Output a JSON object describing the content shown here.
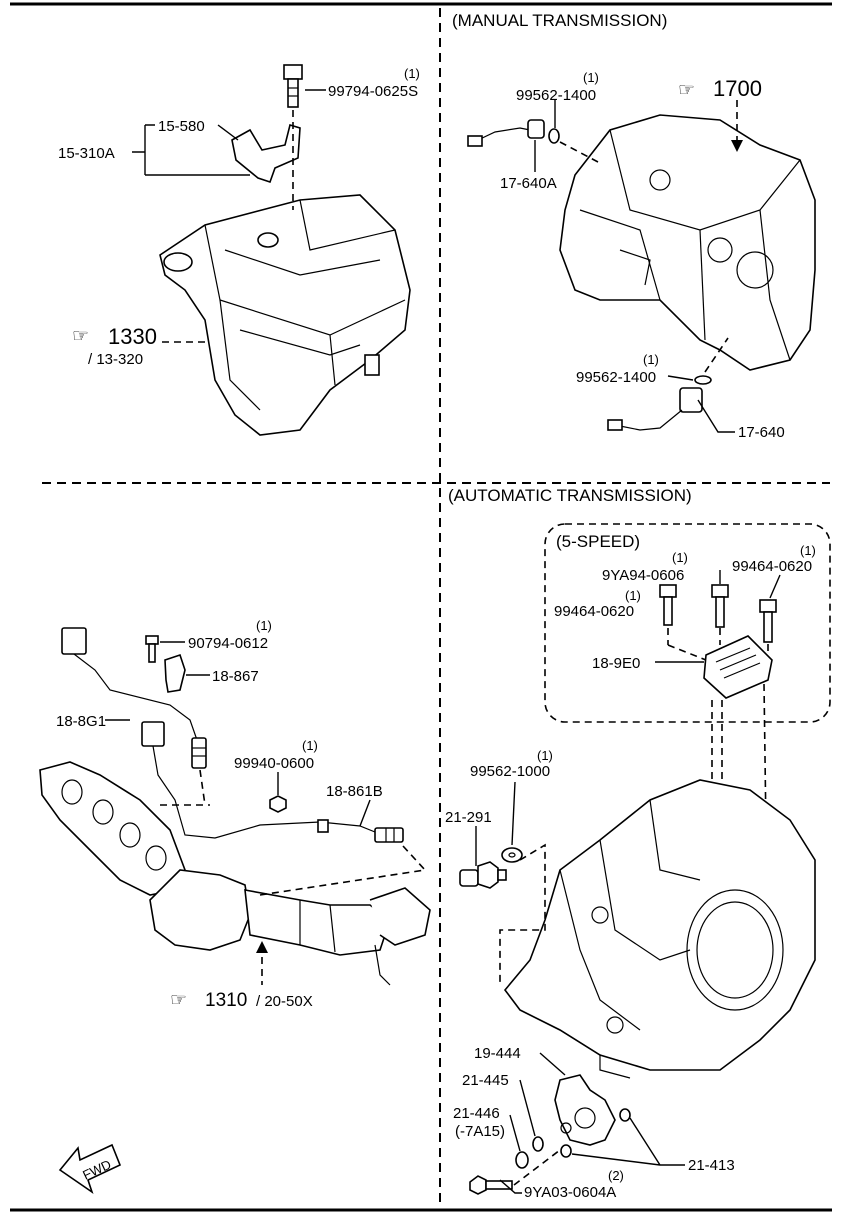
{
  "sections": {
    "manual": "(MANUAL TRANSMISSION)",
    "automatic": "(AUTOMATIC TRANSMISSION)",
    "five_speed": "(5-SPEED)"
  },
  "references": {
    "ref_1330": "1330",
    "ref_13320": "/ 13-320",
    "ref_1700": "1700",
    "ref_1310": "1310",
    "ref_2050x": "/ 20-50X"
  },
  "parts": {
    "p_99794_0625s": "99794-0625S",
    "p_15_310a": "15-310A",
    "p_15_580": "15-580",
    "p_99562_1400_a": "99562-1400",
    "p_17_640a": "17-640A",
    "p_99562_1400_b": "99562-1400",
    "p_17_640": "17-640",
    "p_90794_0612": "90794-0612",
    "p_18_867": "18-867",
    "p_18_8g1": "18-8G1",
    "p_99940_0600": "99940-0600",
    "p_18_861b": "18-861B",
    "p_9ya94_0606": "9YA94-0606",
    "p_99464_0620_a": "99464-0620",
    "p_99464_0620_b": "99464-0620",
    "p_18_9e0": "18-9E0",
    "p_99562_1000": "99562-1000",
    "p_21_291": "21-291",
    "p_19_444": "19-444",
    "p_21_445": "21-445",
    "p_21_446": "21-446",
    "p_7a15": "(-7A15)",
    "p_21_413": "21-413",
    "p_9ya03_0604a": "9YA03-0604A"
  },
  "quantities": {
    "one": "(1)",
    "two": "(2)"
  },
  "fwd": "FWD"
}
